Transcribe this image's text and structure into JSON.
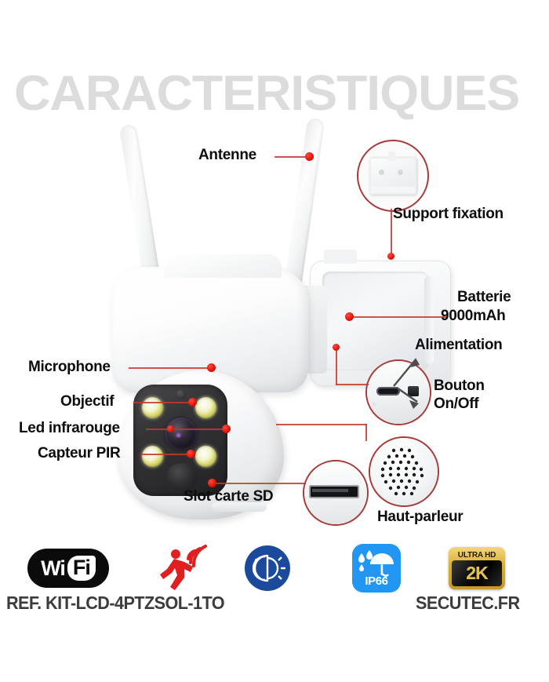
{
  "page": {
    "title": "CARACTERISTIQUES",
    "accent_red": "#c0392b",
    "callout_circle_color": "#a53b38",
    "title_color": "#dcdcdc",
    "footer_color": "#3c3c3c"
  },
  "callouts": {
    "antenne": "Antenne",
    "support_fixation": "Support fixation",
    "batterie_line1": "Batterie",
    "batterie_line2": "9000mAh",
    "alimentation": "Alimentation",
    "bouton_line1": "Bouton",
    "bouton_line2": "On/Off",
    "microphone": "Microphone",
    "objectif": "Objectif",
    "led_infrarouge": "Led infrarouge",
    "capteur_pir": "Capteur PIR",
    "slot_carte_sd": "Slot carte SD",
    "haut_parleur": "Haut-parleur"
  },
  "feature_icons": [
    {
      "name": "wifi-icon",
      "label_wi": "Wi",
      "label_fi": "Fi"
    },
    {
      "name": "motion-detection-icon",
      "label": ""
    },
    {
      "name": "day-night-vision-icon",
      "label": ""
    },
    {
      "name": "ip66-waterproof-icon",
      "label": "IP66"
    },
    {
      "name": "ultra-hd-2k-icon",
      "label_top": "ULTRA HD",
      "label_main": "2K"
    }
  ],
  "footer": {
    "reference": "REF. KIT-LCD-4PTZSOL-1TO",
    "brand": "SECUTEC.FR"
  }
}
